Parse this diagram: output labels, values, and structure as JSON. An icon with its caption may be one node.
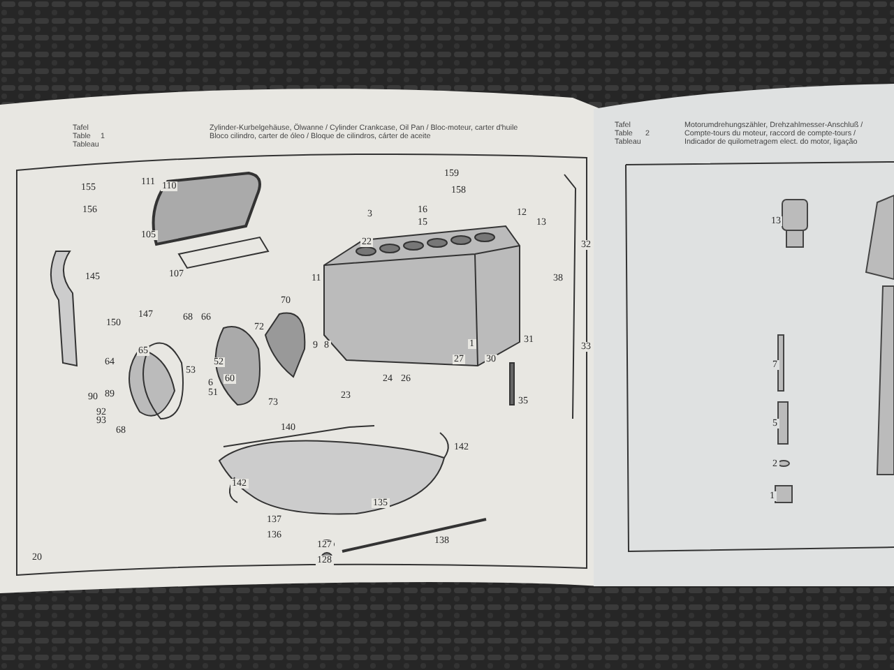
{
  "diagram": {
    "labels": [
      "Tafel",
      "Table",
      "1",
      "Tableau",
      "Zylinder-Kurbelgehäuse, Ölwanne / Cylinder Crankcase, Oil Pan / Bloc-moteur, carter d'huile",
      "Bloco cilindro, carter de óleo / Bloque de cilindros, cárter de aceite",
      "Tafel",
      "Table",
      "2",
      "Tableau",
      "Motorumdrehungszähler, Drehzahlmesser-Anschluß /",
      "Compte-tours du moteur, raccord de compte-tours /",
      "Indicador de quilometragem elect. do motor, ligação",
      "155",
      "111",
      "110",
      "159",
      "158",
      "156",
      "3",
      "16",
      "12",
      "15",
      "13",
      "105",
      "22",
      "145",
      "107",
      "11",
      "38",
      "70",
      "147",
      "150",
      "68",
      "66",
      "72",
      "9",
      "8",
      "64",
      "65",
      "52",
      "53",
      "60",
      "6",
      "51",
      "27",
      "30",
      "31",
      "1",
      "24",
      "26",
      "90",
      "89",
      "23",
      "73",
      "35",
      "92",
      "93",
      "68",
      "32",
      "33",
      "140",
      "142",
      "142",
      "135",
      "137",
      "136",
      "138",
      "127",
      "20",
      "128",
      "13",
      "7",
      "5",
      "2",
      "1"
    ]
  }
}
